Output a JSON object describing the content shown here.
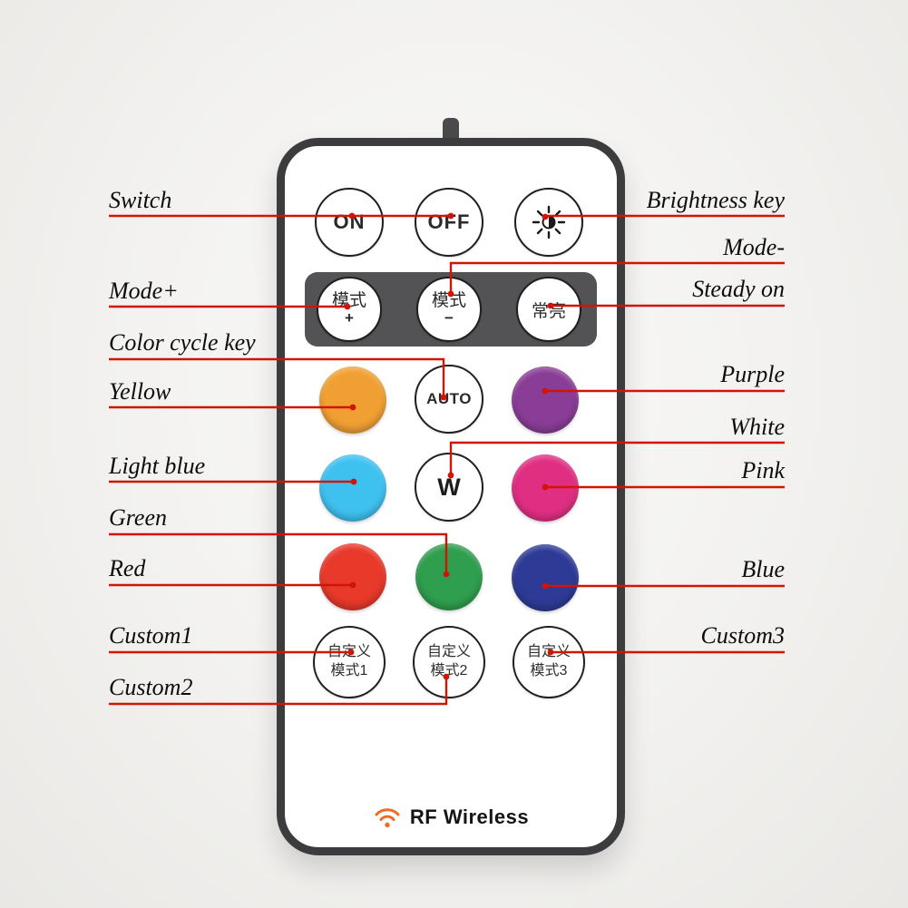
{
  "colors": {
    "red_line": "#d21404",
    "accent_orange": "#f26a22",
    "btn_yellow": "#f0a033",
    "btn_purple": "#8a3d96",
    "btn_lightblue": "#3fc1f0",
    "btn_pink": "#e02f83",
    "btn_red": "#e8392b",
    "btn_green": "#2f9e4e",
    "btn_blue": "#2e3b96"
  },
  "remote": {
    "brand": "RF Wireless",
    "buttons": {
      "on": "ON",
      "off": "OFF",
      "mode_plus_cn": "模式",
      "mode_plus_sign": "+",
      "mode_minus_cn": "模式",
      "mode_minus_sign": "−",
      "steady_cn": "常亮",
      "auto": "AUTO",
      "white_key": "W",
      "custom1_line1": "自定义",
      "custom1_line2": "模式1",
      "custom2_line1": "自定义",
      "custom2_line2": "模式2",
      "custom3_line1": "自定义",
      "custom3_line2": "模式3"
    }
  },
  "annotations": {
    "left": [
      {
        "text": "Switch"
      },
      {
        "text": "Mode+"
      },
      {
        "text": "Color cycle key"
      },
      {
        "text": "Yellow"
      },
      {
        "text": "Light blue"
      },
      {
        "text": "Green"
      },
      {
        "text": "Red"
      },
      {
        "text": "Custom1"
      },
      {
        "text": "Custom2"
      }
    ],
    "right": [
      {
        "text": "Brightness key"
      },
      {
        "text": "Mode-"
      },
      {
        "text": "Steady on"
      },
      {
        "text": "Purple"
      },
      {
        "text": "White"
      },
      {
        "text": "Pink"
      },
      {
        "text": "Blue"
      },
      {
        "text": "Custom3"
      }
    ]
  }
}
